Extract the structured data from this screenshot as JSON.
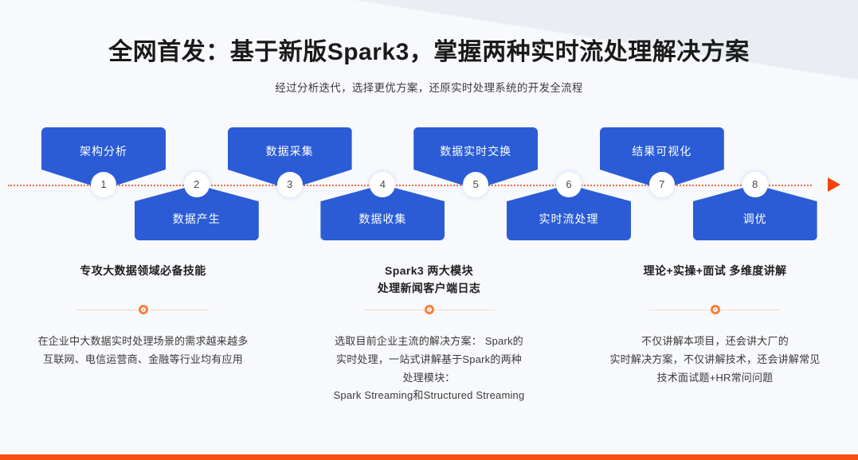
{
  "page": {
    "title": "全网首发：基于新版Spark3，掌握两种实时流处理解决方案",
    "subtitle": "经过分析迭代，选择更优方案，还原实时处理系统的开发全流程"
  },
  "colors": {
    "background": "#f8f9fc",
    "band": "#eaeef4",
    "badge_blue": "#2b5cd6",
    "accent_orange": "#f5440a",
    "divider_orange": "#f6813f",
    "bottom_bar": "#f5500f",
    "dotted_line": "#f36b3c"
  },
  "timeline": {
    "arrow_icon": "arrow-right-icon",
    "steps": [
      {
        "number": "1",
        "label": "架构分析",
        "position": "top"
      },
      {
        "number": "2",
        "label": "数据产生",
        "position": "bottom"
      },
      {
        "number": "3",
        "label": "数据采集",
        "position": "top"
      },
      {
        "number": "4",
        "label": "数据收集",
        "position": "bottom"
      },
      {
        "number": "5",
        "label": "数据实时交换",
        "position": "top"
      },
      {
        "number": "6",
        "label": "实时流处理",
        "position": "bottom"
      },
      {
        "number": "7",
        "label": "结果可视化",
        "position": "top"
      },
      {
        "number": "8",
        "label": "调优",
        "position": "bottom"
      }
    ]
  },
  "features": [
    {
      "heading": "专攻大数据领域必备技能",
      "body": "在企业中大数据实时处理场景的需求越来越多\n互联网、电信运营商、金融等行业均有应用"
    },
    {
      "heading": "Spark3 两大模块\n处理新闻客户端日志",
      "body": "选取目前企业主流的解决方案： Spark的\n实时处理，一站式讲解基于Spark的两种\n处理模块：\nSpark Streaming和Structured Streaming"
    },
    {
      "heading": "理论+实操+面试 多维度讲解",
      "body": "不仅讲解本项目，还会讲大厂的\n实时解决方案，不仅讲解技术，还会讲解常见\n技术面试题+HR常问问题"
    }
  ]
}
